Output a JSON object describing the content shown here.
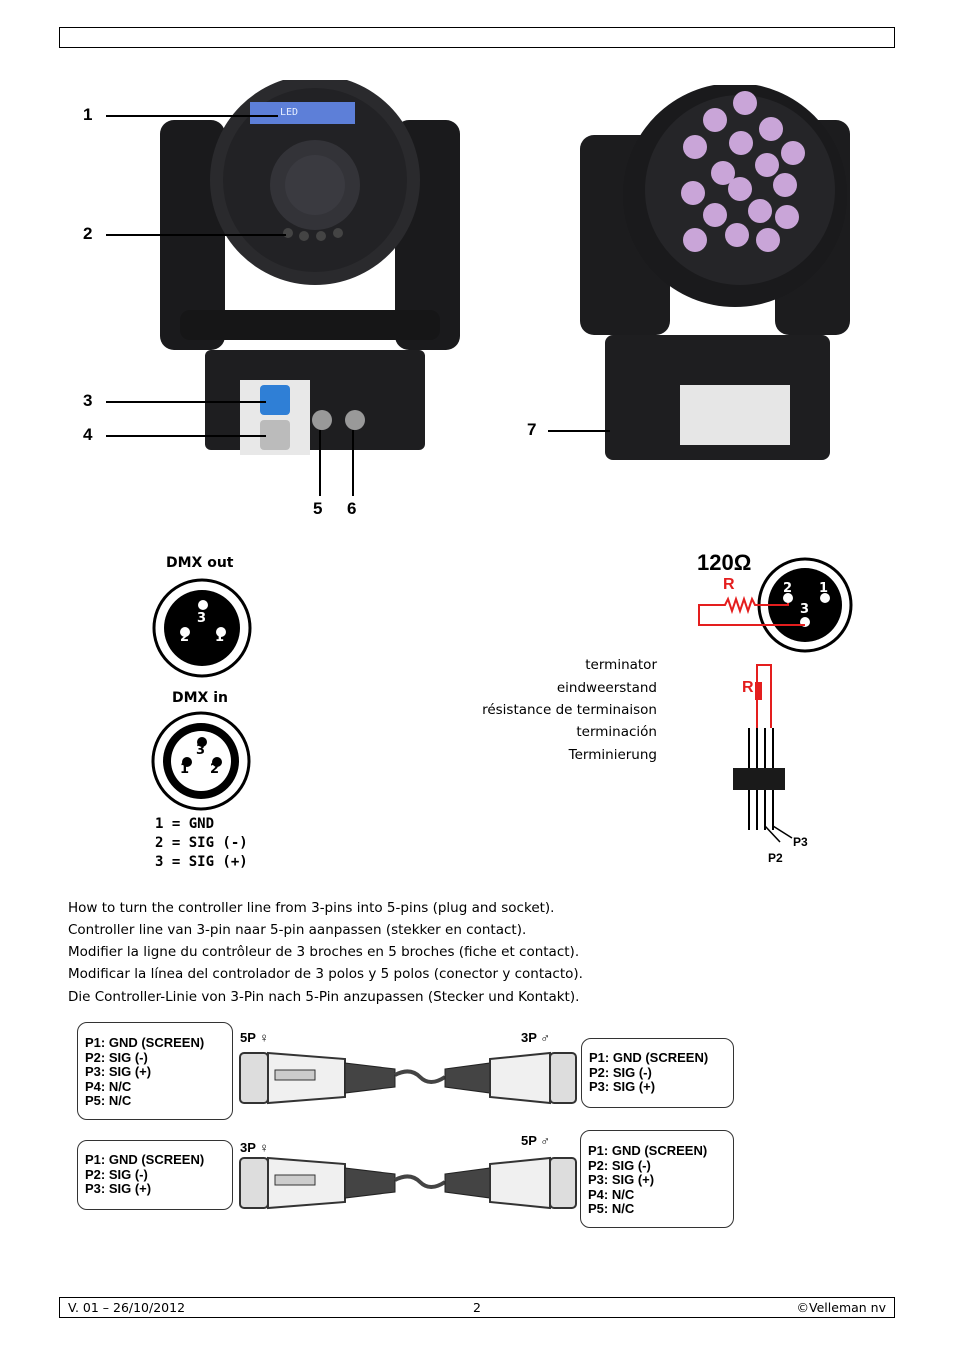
{
  "callouts": [
    "1",
    "2",
    "3",
    "4",
    "5",
    "6",
    "7"
  ],
  "display_text": "LED",
  "dmx": {
    "out_label": "DMX out",
    "in_label": "DMX in",
    "pins": [
      "1",
      "2",
      "3"
    ],
    "legend": [
      "1 = GND",
      "2 = SIG (-)",
      "3 = SIG (+)"
    ]
  },
  "terminator": {
    "resistance": "120Ω",
    "r_label": "R",
    "labels": [
      "terminator",
      "eindweerstand",
      "résistance de terminaison",
      "terminación",
      "Terminierung"
    ],
    "pin_p2": "P2",
    "pin_p3": "P3",
    "red_color": "#e41e1e"
  },
  "instructions": [
    "How to turn the controller line from 3-pins into 5-pins (plug and socket).",
    "Controller line van 3-pin naar 5-pin aanpassen (stekker en contact).",
    "Modifier la ligne du contrôleur de 3 broches en 5 broches (fiche et contact).",
    "Modificar la línea del controlador de 3 polos y 5 polos (conector y contacto).",
    "Die Controller-Linie von 3-Pin nach 5-Pin anzupassen (Stecker und Kontakt)."
  ],
  "cables": {
    "top": {
      "left_label": "5P ♀",
      "right_label": "3P ♂",
      "left_pins": [
        "P1: GND (SCREEN)",
        "P2: SIG (-)",
        "P3: SIG (+)",
        "P4: N/C",
        "P5: N/C"
      ],
      "right_pins": [
        "P1: GND (SCREEN)",
        "P2: SIG (-)",
        "P3: SIG (+)"
      ]
    },
    "bottom": {
      "left_label": "3P ♀",
      "right_label": "5P ♂",
      "left_pins": [
        "P1: GND (SCREEN)",
        "P2: SIG (-)",
        "P3: SIG (+)"
      ],
      "right_pins": [
        "P1: GND (SCREEN)",
        "P2: SIG (-)",
        "P3: SIG (+)",
        "P4: N/C",
        "P5: N/C"
      ]
    }
  },
  "footer": {
    "version": "V. 01 – 26/10/2012",
    "page": "2",
    "copyright": "©Velleman nv"
  }
}
